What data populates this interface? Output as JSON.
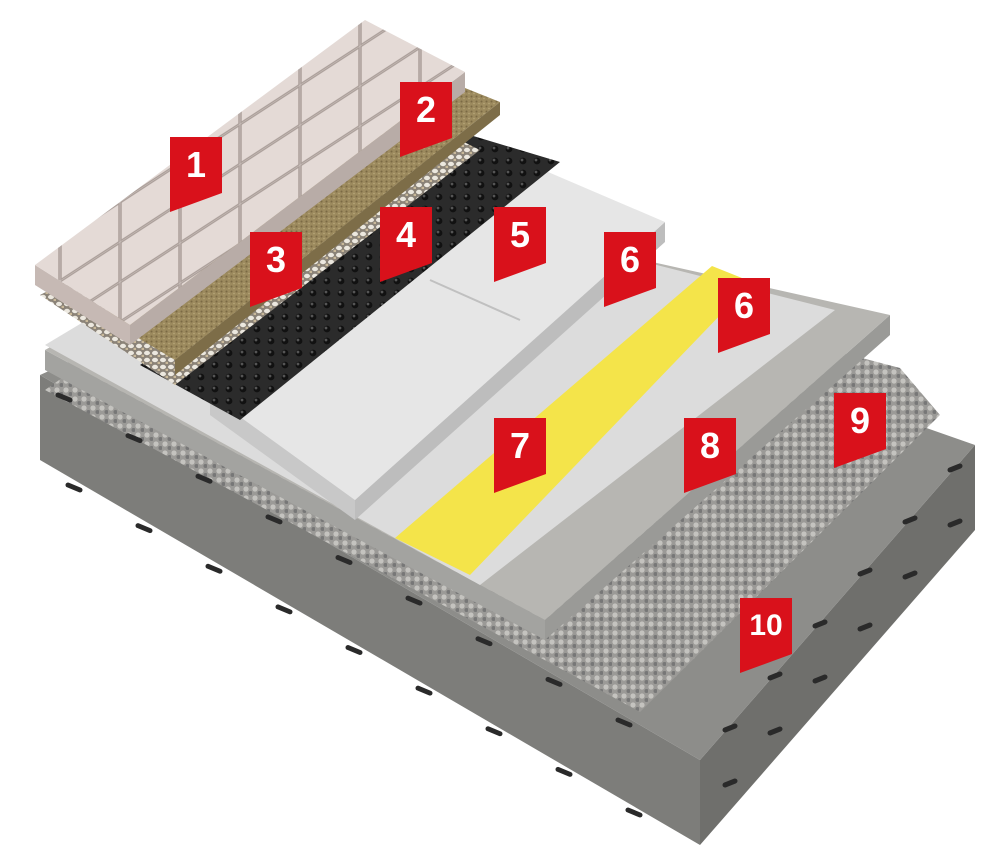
{
  "diagram": {
    "markers": [
      {
        "label": "1",
        "layer": "paving-slabs"
      },
      {
        "label": "2",
        "layer": "sand-bedding"
      },
      {
        "label": "3",
        "layer": "gravel-bedding"
      },
      {
        "label": "4",
        "layer": "drainage-membrane"
      },
      {
        "label": "5",
        "layer": "insulation-boards"
      },
      {
        "label": "6",
        "layer": "membrane-upper"
      },
      {
        "label": "6",
        "layer": "membrane-lower"
      },
      {
        "label": "7",
        "layer": "yellow-tape"
      },
      {
        "label": "8",
        "layer": "screed"
      },
      {
        "label": "9",
        "layer": "lightweight-aggregate"
      },
      {
        "label": "10",
        "layer": "concrete-slab"
      }
    ],
    "colors": {
      "marker": "#d9111b",
      "yellow": "#f4e44a",
      "concrete": "#8d8d8a"
    }
  }
}
